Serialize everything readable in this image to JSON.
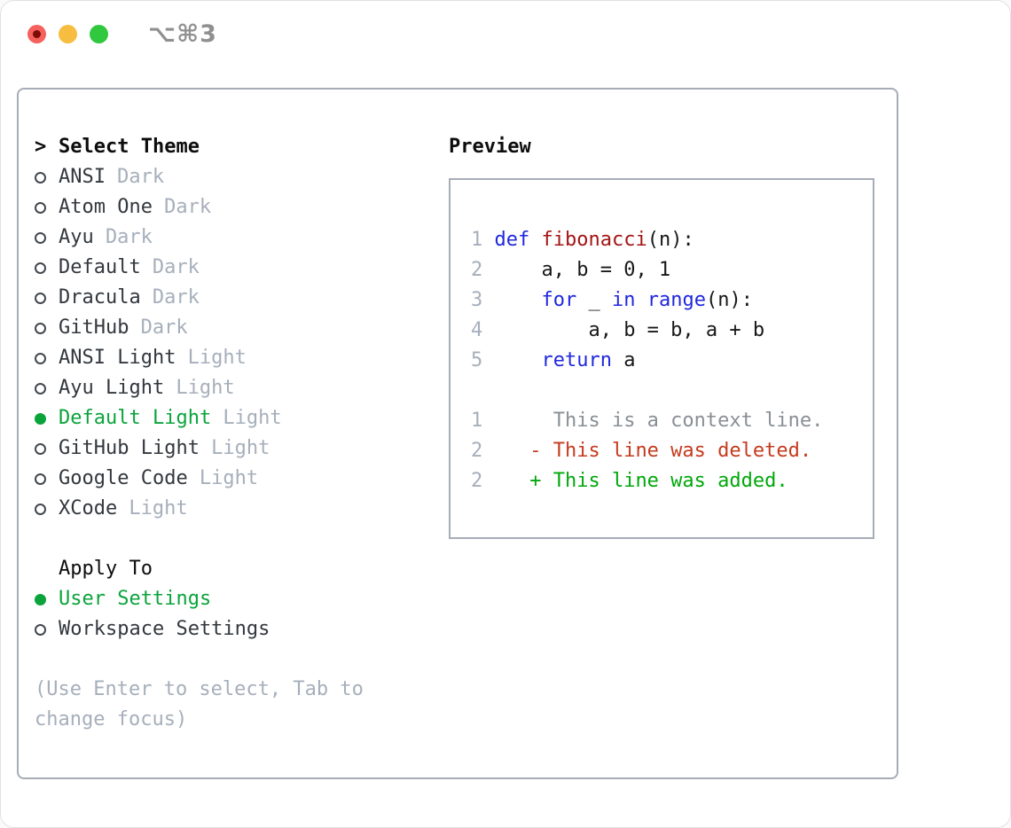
{
  "window": {
    "title": "⌥⌘3",
    "traffic_lights": {
      "close": "close-button",
      "minimize": "minimize-button",
      "zoom": "zoom-button"
    }
  },
  "theme_panel": {
    "prompt": ">",
    "title": "Select Theme",
    "themes": [
      {
        "name": "ANSI",
        "variant": "Dark",
        "selected": false
      },
      {
        "name": "Atom One",
        "variant": "Dark",
        "selected": false
      },
      {
        "name": "Ayu",
        "variant": "Dark",
        "selected": false
      },
      {
        "name": "Default",
        "variant": "Dark",
        "selected": false
      },
      {
        "name": "Dracula",
        "variant": "Dark",
        "selected": false
      },
      {
        "name": "GitHub",
        "variant": "Dark",
        "selected": false
      },
      {
        "name": "ANSI Light",
        "variant": "Light",
        "selected": false
      },
      {
        "name": "Ayu Light",
        "variant": "Light",
        "selected": false
      },
      {
        "name": "Default Light",
        "variant": "Light",
        "selected": true
      },
      {
        "name": "GitHub Light",
        "variant": "Light",
        "selected": false
      },
      {
        "name": "Google Code",
        "variant": "Light",
        "selected": false
      },
      {
        "name": "XCode",
        "variant": "Light",
        "selected": false
      }
    ],
    "apply_to": {
      "title": "Apply To",
      "options": [
        {
          "label": "User Settings",
          "selected": true
        },
        {
          "label": "Workspace Settings",
          "selected": false
        }
      ]
    },
    "hint": "(Use Enter to select, Tab to change focus)"
  },
  "preview": {
    "title": "Preview",
    "lines": [
      {
        "num": "1",
        "tokens": [
          [
            "def",
            "keyword"
          ],
          [
            " ",
            "plain"
          ],
          [
            "fibonacci",
            "function"
          ],
          [
            "(n):",
            "plain"
          ]
        ]
      },
      {
        "num": "2",
        "tokens": [
          [
            "    a, b = 0, 1",
            "plain"
          ]
        ]
      },
      {
        "num": "3",
        "tokens": [
          [
            "    ",
            "plain"
          ],
          [
            "for",
            "keyword"
          ],
          [
            " _ ",
            "plain"
          ],
          [
            "in",
            "keyword"
          ],
          [
            " ",
            "plain"
          ],
          [
            "range",
            "keyword"
          ],
          [
            "(n):",
            "plain"
          ]
        ]
      },
      {
        "num": "4",
        "tokens": [
          [
            "        a, b = b, a + b",
            "plain"
          ]
        ]
      },
      {
        "num": "5",
        "tokens": [
          [
            "    ",
            "plain"
          ],
          [
            "return",
            "keyword"
          ],
          [
            " a",
            "plain"
          ]
        ]
      },
      {
        "num": "",
        "tokens": []
      },
      {
        "num": "1",
        "tokens": [
          [
            "     This is a context line.",
            "context"
          ]
        ]
      },
      {
        "num": "2",
        "tokens": [
          [
            "   - This line was deleted.",
            "deleted"
          ]
        ]
      },
      {
        "num": "2",
        "tokens": [
          [
            "   + This line was added.",
            "added"
          ]
        ]
      }
    ]
  },
  "colors": {
    "selection_green": "#0ba43c",
    "added_green": "#00a80b",
    "deleted_red": "#c43b1e",
    "keyword_blue": "#2028dc",
    "function_red": "#a31515",
    "muted_gray": "#a6afbb",
    "context_gray": "#898f96",
    "panel_border": "#a6adb6",
    "traffic_red": "#f5615c",
    "traffic_yellow": "#f6bd40",
    "traffic_green": "#30c83e"
  }
}
